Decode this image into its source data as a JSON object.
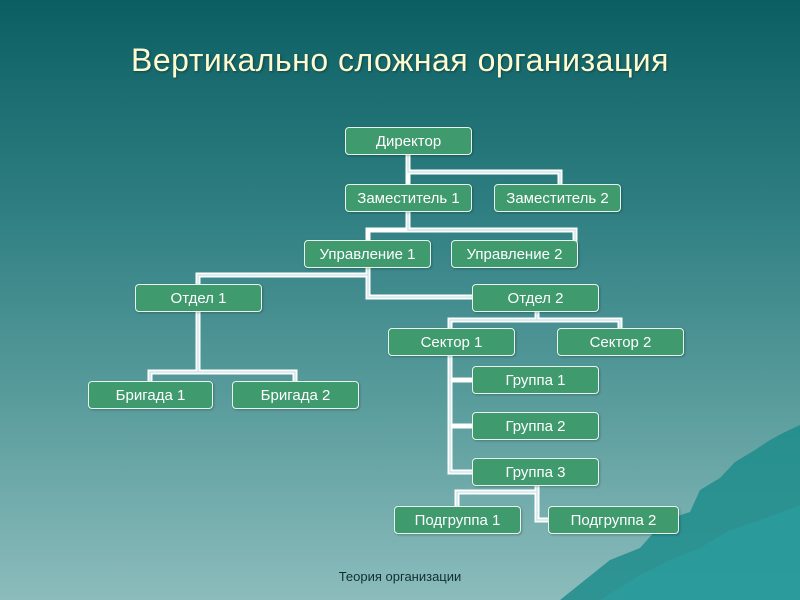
{
  "title": "Вертикально сложная организация",
  "footer": "Теория организации",
  "colors": {
    "node_fill": "#3f9a6e",
    "node_border": "#e8f4ee",
    "connector": "#ffffff",
    "title": "#fffbd0"
  },
  "nodes": {
    "director": "Директор",
    "deputy1": "Заместитель 1",
    "deputy2": "Заместитель 2",
    "dept_mgmt1": "Управление 1",
    "dept_mgmt2": "Управление 2",
    "division1": "Отдел 1",
    "division2": "Отдел 2",
    "brigade1": "Бригада 1",
    "brigade2": "Бригада 2",
    "sector1": "Сектор 1",
    "sector2": "Сектор 2",
    "group1": "Группа 1",
    "group2": "Группа 2",
    "group3": "Группа 3",
    "subgroup1": "Подгруппа 1",
    "subgroup2": "Подгруппа 2"
  }
}
